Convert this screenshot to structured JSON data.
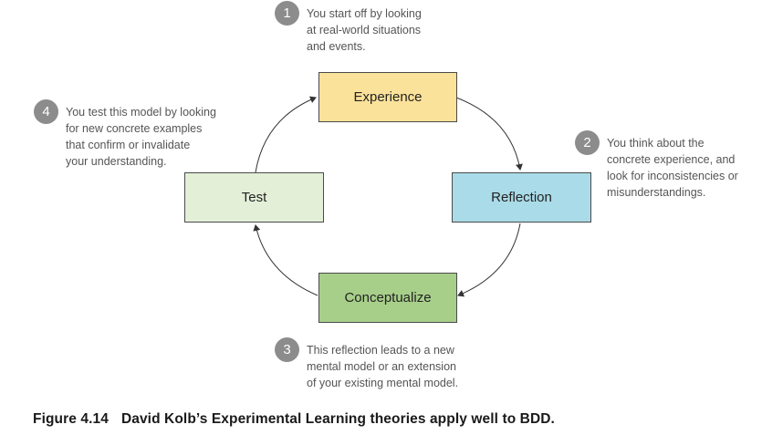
{
  "stages": {
    "experience": {
      "label": "Experience",
      "color": "#fbe29a"
    },
    "reflection": {
      "label": "Reflection",
      "color": "#aadbe8"
    },
    "conceptualize": {
      "label": "Conceptualize",
      "color": "#a7cf8a"
    },
    "test": {
      "label": "Test",
      "color": "#e4efd8"
    }
  },
  "steps": [
    {
      "number": "1",
      "text": "You start off by looking\nat real-world situations\nand events."
    },
    {
      "number": "2",
      "text": "You think about the\nconcrete experience, and\nlook for inconsistencies or\nmisunderstandings."
    },
    {
      "number": "3",
      "text": "This reflection leads to a new\nmental model or an extension\nof your existing mental model."
    },
    {
      "number": "4",
      "text": "You test this model by looking\nfor new concrete examples\nthat confirm or invalidate\nyour understanding."
    }
  ],
  "caption": {
    "figure": "Figure 4.14",
    "text": "David Kolb’s Experimental Learning theories apply well to BDD."
  },
  "colors": {
    "connector": "#333333",
    "step_badge": "#8c8c8c"
  }
}
